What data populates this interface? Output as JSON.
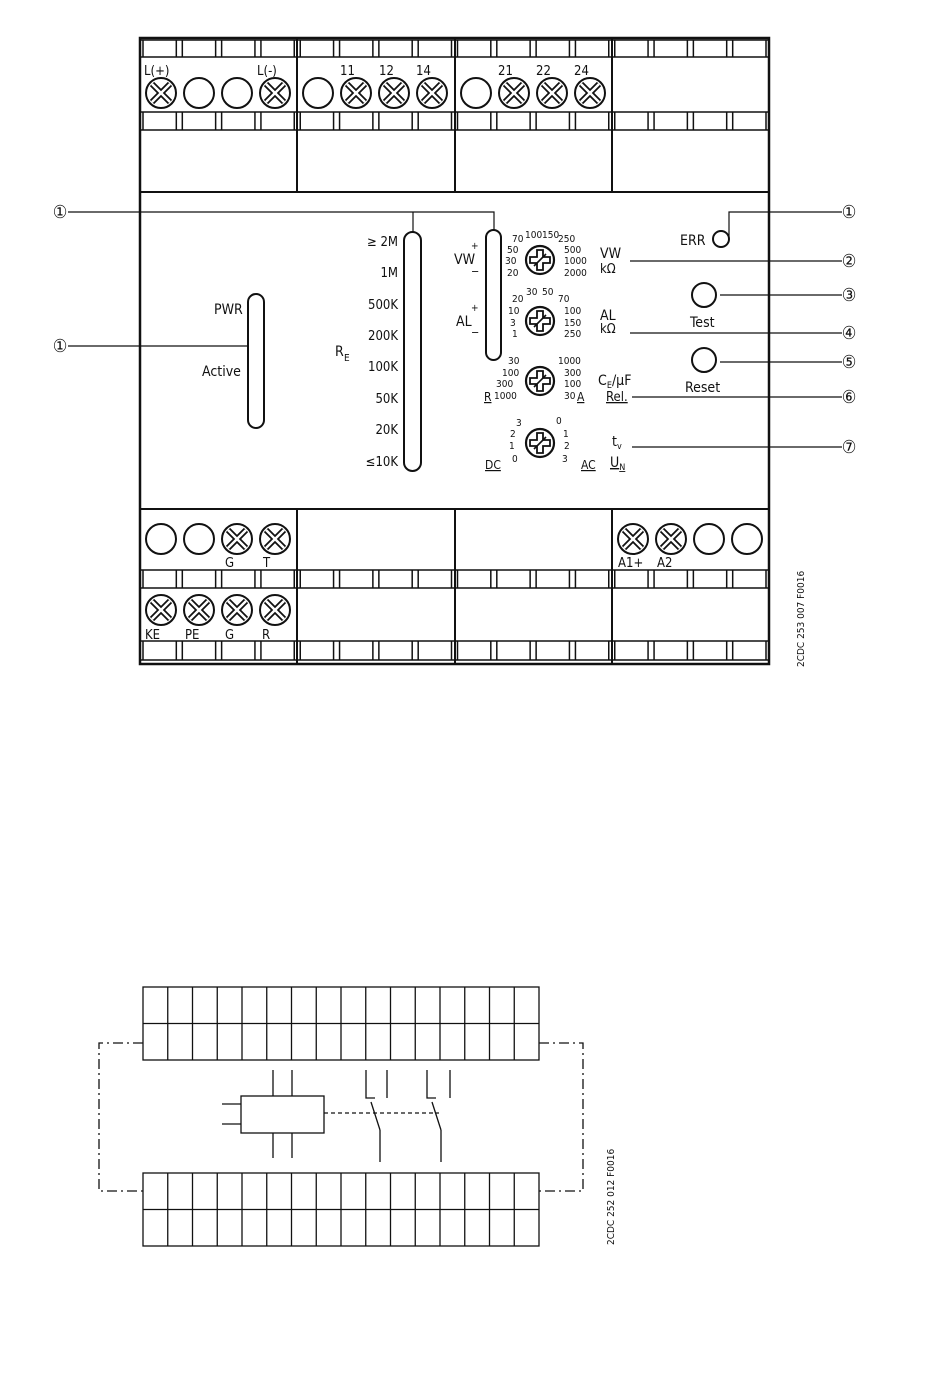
{
  "module": {
    "top_terminals": {
      "group1": [
        "L(+)",
        "L(-)"
      ],
      "group2": [
        "11",
        "12",
        "14"
      ],
      "group3": [
        "21",
        "22",
        "24"
      ]
    },
    "bottom_terminals": {
      "upper_left": [
        "G",
        "T"
      ],
      "lower_left": [
        "KE",
        "PE",
        "G",
        "R"
      ],
      "upper_right": [
        "A1+",
        "A2"
      ]
    },
    "status_leds": {
      "pwr": "PWR",
      "active": "Active"
    },
    "re_bar": {
      "symbol": "R",
      "subscript": "E",
      "scale": [
        "≥ 2M",
        "1M",
        "500K",
        "200K",
        "100K",
        "50K",
        "20K",
        "≤10K"
      ]
    },
    "vw_al": {
      "vw_label": "VW",
      "al_label": "AL",
      "plus": "+",
      "minus": "−"
    },
    "dials": {
      "vw": {
        "left": [
          "70",
          "50",
          "30",
          "20"
        ],
        "top": [
          "100",
          "150"
        ],
        "right": [
          "250",
          "500",
          "1000",
          "2000"
        ]
      },
      "al": {
        "left": [
          "20",
          "10",
          "3",
          "1"
        ],
        "top": [
          "30",
          "50"
        ],
        "right": [
          "70",
          "100",
          "150",
          "250"
        ]
      },
      "ce": {
        "left": [
          "30",
          "100",
          "300",
          "1000"
        ],
        "right": [
          "1000",
          "300",
          "100",
          "30"
        ],
        "r_label": "R",
        "a_label": "A"
      },
      "tv": {
        "left": [
          "3",
          "2",
          "1",
          "0"
        ],
        "right": [
          "0",
          "1",
          "2",
          "3"
        ],
        "dc_label": "DC",
        "ac_label": "AC"
      }
    },
    "right_side": {
      "err_label": "ERR",
      "vw_unit_label": "VW",
      "vw_unit": "kΩ",
      "al_unit_label": "AL",
      "al_unit": "kΩ",
      "test_label": "Test",
      "reset_label": "Reset",
      "ce_label_c": "C",
      "ce_label_sub": "E",
      "ce_label_rest": "/μF",
      "rel_label": "Rel.",
      "tv_label_t": "t",
      "tv_label_sub": "v",
      "un_label_u": "U",
      "un_label_sub": "N"
    },
    "callouts": [
      "①",
      "①",
      "①",
      "②",
      "③",
      "④",
      "⑤",
      "⑥",
      "⑦"
    ],
    "figure_code": "2CDC 253 007 F0016"
  },
  "wiring": {
    "figure_code": "2CDC 252 012 F0016"
  }
}
